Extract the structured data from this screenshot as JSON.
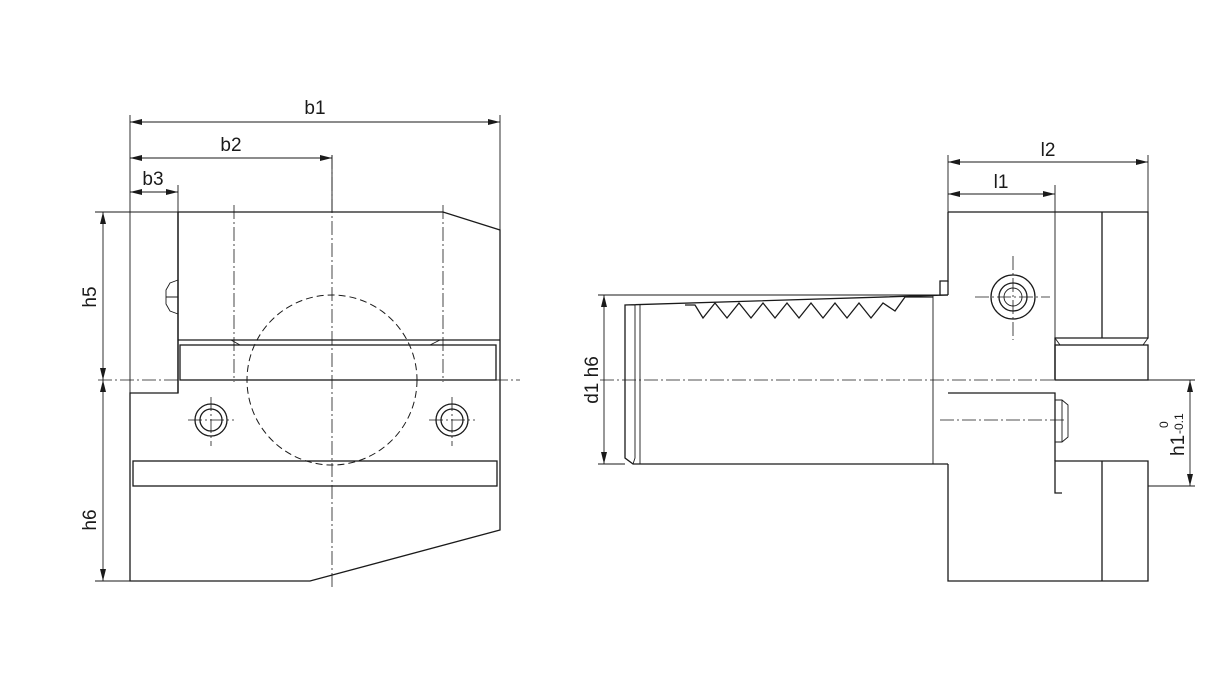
{
  "dimensions": {
    "b1": "b1",
    "b2": "b2",
    "b3": "b3",
    "h5": "h5",
    "h6": "h6",
    "l1": "l1",
    "l2": "l2",
    "d1": "d1 h6",
    "h1": "h1",
    "h1_tol_upper": "0",
    "h1_tol_lower": "-0.1"
  },
  "colors": {
    "line": "#1a1a1a",
    "background": "#ffffff"
  }
}
